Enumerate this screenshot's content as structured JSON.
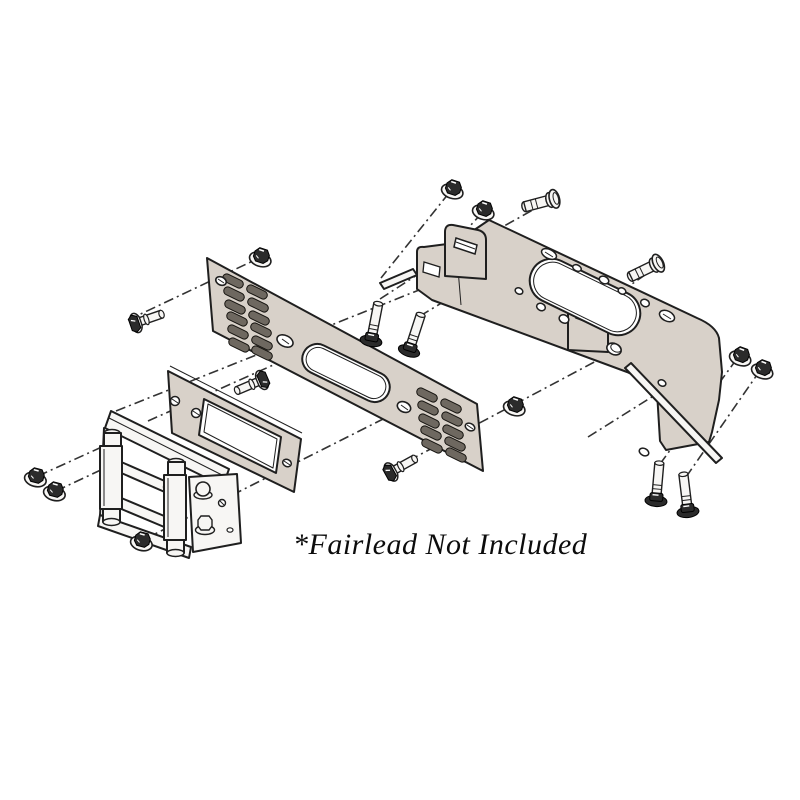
{
  "note": {
    "text": "*Fairlead Not Included"
  },
  "colors": {
    "background": "#ffffff",
    "part_fill": "#d8d1c9",
    "metal_fill": "#f7f6f4",
    "louver_fill": "#6e6860",
    "line_color": "#1f1f1f",
    "dash_color": "#333333",
    "fastener_dark": "#2b2b2b"
  },
  "diagram": {
    "type": "exploded-assembly-diagram",
    "subject": "winch-mount-kit",
    "parts": [
      "mounting-bracket",
      "winch-mounting-plate",
      "fairlead-adapter-plate",
      "roller-fairlead",
      "backing-bars",
      "hex-flange-bolts",
      "button-head-bolts",
      "carriage-bolts",
      "flange-nuts"
    ]
  }
}
